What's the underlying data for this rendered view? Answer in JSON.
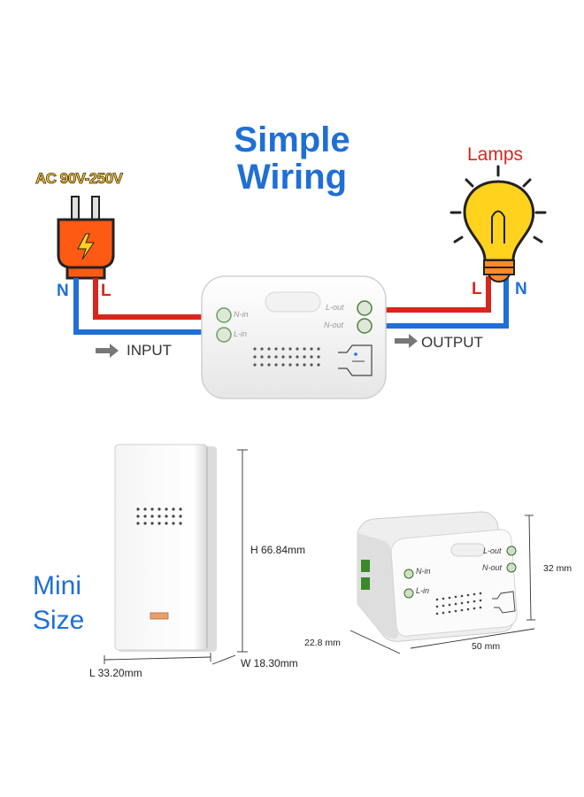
{
  "title_line1": "Simple",
  "title_line2": "Wiring",
  "power_label": "AC 90V-250V",
  "lamps_label": "Lamps",
  "wire_n": "N",
  "wire_l": "L",
  "input_label": "INPUT",
  "output_label": "OUTPUT",
  "terminals": {
    "n_in": "N-in",
    "l_in": "L-in",
    "l_out": "L-out",
    "n_out": "N-out"
  },
  "mini_line1": "Mini",
  "mini_line2": "Size",
  "dimensions": {
    "height": "H 66.84mm",
    "length": "L 33.20mm",
    "width": "W 18.30mm",
    "depth": "22.8 mm",
    "module_width": "50 mm",
    "module_height": "32 mm"
  },
  "colors": {
    "title_blue": "#1f6fd6",
    "wire_red": "#d9261c",
    "wire_blue": "#1f6fd6",
    "plug_orange": "#ff5a14",
    "bulb_yellow": "#ffd21e"
  },
  "icons": [
    "power-plug-icon",
    "light-bulb-icon",
    "arrow-right-icon"
  ]
}
